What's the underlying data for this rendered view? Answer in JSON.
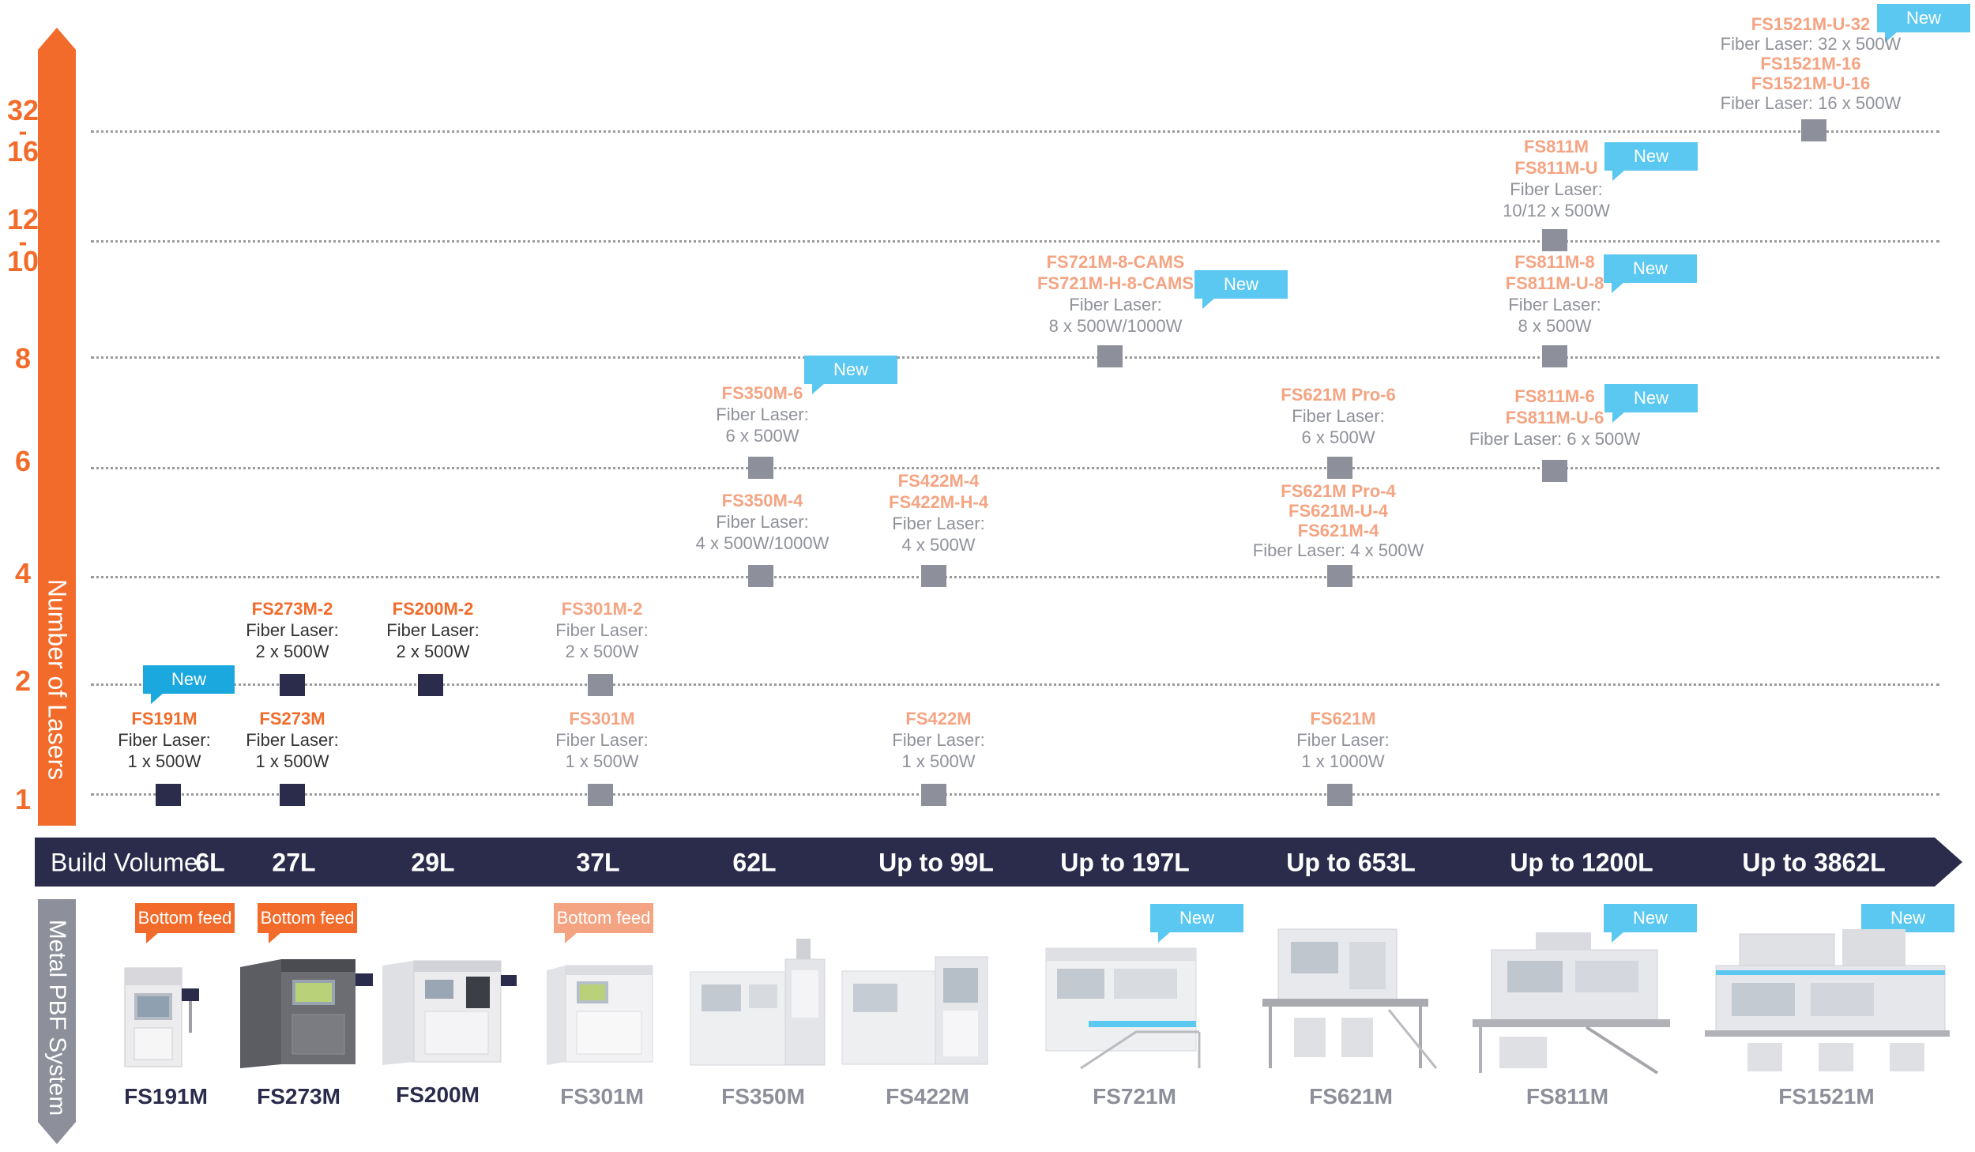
{
  "colors": {
    "orange": "#f26b2a",
    "light_orange": "#f4a482",
    "navy": "#2b2c4c",
    "gray": "#8d8f9a",
    "light_gray_text": "#8f9299",
    "blue": "#5ac8f0",
    "dark_text": "#333333"
  },
  "y_axis": {
    "title": "Number of Lasers",
    "labels": [
      {
        "id": "y1",
        "text": "1",
        "value": 1
      },
      {
        "id": "y2",
        "text": "2",
        "value": 2
      },
      {
        "id": "y4",
        "text": "4",
        "value": 4
      },
      {
        "id": "y6",
        "text": "6",
        "value": 6
      },
      {
        "id": "y8",
        "text": "8",
        "value": 8
      },
      {
        "id": "y10",
        "text": "10",
        "value": 10
      },
      {
        "id": "y12",
        "text": "12",
        "value": 12
      },
      {
        "id": "y16",
        "text": "16",
        "value": 16
      },
      {
        "id": "y32",
        "text": "32",
        "value": 32
      }
    ],
    "dash_a": "-",
    "dash_b": "-"
  },
  "x_axis": {
    "title": "Build Volume",
    "labels": [
      "6L",
      "27L",
      "29L",
      "37L",
      "62L",
      "Up to 99L",
      "Up to 197L",
      "Up to 653L",
      "Up to 1200L",
      "Up to 3862L"
    ]
  },
  "models": {
    "fs191m": {
      "name": "FS191M",
      "spec1": "Fiber Laser:",
      "spec2": "1 x 500W",
      "badge": "New"
    },
    "fs273m": {
      "name": "FS273M",
      "spec1": "Fiber Laser:",
      "spec2": "1 x 500W"
    },
    "fs273m2": {
      "name": "FS273M-2",
      "spec1": "Fiber Laser:",
      "spec2": "2 x 500W"
    },
    "fs200m2": {
      "name": "FS200M-2",
      "spec1": "Fiber Laser:",
      "spec2": "2 x 500W"
    },
    "fs301m": {
      "name": "FS301M",
      "spec1": "Fiber Laser:",
      "spec2": "1 x 500W"
    },
    "fs301m2": {
      "name": "FS301M-2",
      "spec1": "Fiber Laser:",
      "spec2": "2 x 500W"
    },
    "fs350m4": {
      "name": "FS350M-4",
      "spec1": "Fiber Laser:",
      "spec2": "4 x 500W/1000W"
    },
    "fs350m6": {
      "name": "FS350M-6",
      "spec1": "Fiber Laser:",
      "spec2": "6 x 500W",
      "badge": "New"
    },
    "fs422m": {
      "name": "FS422M",
      "spec1": "Fiber Laser:",
      "spec2": "1 x 500W"
    },
    "fs422m4": {
      "name1": "FS422M-4",
      "name2": "FS422M-H-4",
      "spec1": "Fiber Laser:",
      "spec2": "4 x 500W"
    },
    "fs721m8": {
      "name1": "FS721M-8-CAMS",
      "name2": "FS721M-H-8-CAMS",
      "spec1": "Fiber Laser:",
      "spec2": "8 x 500W/1000W",
      "badge": "New"
    },
    "fs621m": {
      "name": "FS621M",
      "spec1": "Fiber Laser:",
      "spec2": "1 x 1000W"
    },
    "fs621m4": {
      "name1": "FS621M Pro-4",
      "name2": "FS621M-U-4",
      "name3": "FS621M-4",
      "spec1": "Fiber Laser: 4 x 500W"
    },
    "fs621m6": {
      "name": "FS621M Pro-6",
      "spec1": "Fiber Laser:",
      "spec2": "6 x 500W"
    },
    "fs811m6": {
      "name1": "FS811M-6",
      "name2": "FS811M-U-6",
      "spec1": "Fiber Laser: 6 x 500W",
      "badge": "New"
    },
    "fs811m8": {
      "name1": "FS811M-8",
      "name2": "FS811M-U-8",
      "spec1": "Fiber Laser:",
      "spec2": "8 x 500W",
      "badge": "New"
    },
    "fs811m": {
      "name1": "FS811M",
      "name2": "FS811M-U",
      "spec1": "Fiber Laser:",
      "spec2": "10/12 x 500W",
      "badge": "New"
    },
    "fs1521m": {
      "name1": "FS1521M-U-32",
      "spec1": "Fiber Laser: 32 x 500W",
      "name2": "FS1521M-16",
      "name3": "FS1521M-U-16",
      "spec2": "Fiber Laser: 16 x 500W",
      "badge": "New"
    }
  },
  "pbf": {
    "title": "Metal PBF System",
    "machines": [
      {
        "id": "m1",
        "name": "FS191M",
        "feed": "Bottom feed"
      },
      {
        "id": "m2",
        "name": "FS273M",
        "feed": "Bottom feed"
      },
      {
        "id": "m3",
        "name": "FS200M"
      },
      {
        "id": "m4",
        "name": "FS301M",
        "feed": "Bottom feed"
      },
      {
        "id": "m5",
        "name": "FS350M"
      },
      {
        "id": "m6",
        "name": "FS422M"
      },
      {
        "id": "m7",
        "name": "FS721M",
        "badge": "New"
      },
      {
        "id": "m8",
        "name": "FS621M"
      },
      {
        "id": "m9",
        "name": "FS811M",
        "badge": "New"
      },
      {
        "id": "m10",
        "name": "FS1521M",
        "badge": "New"
      }
    ]
  }
}
